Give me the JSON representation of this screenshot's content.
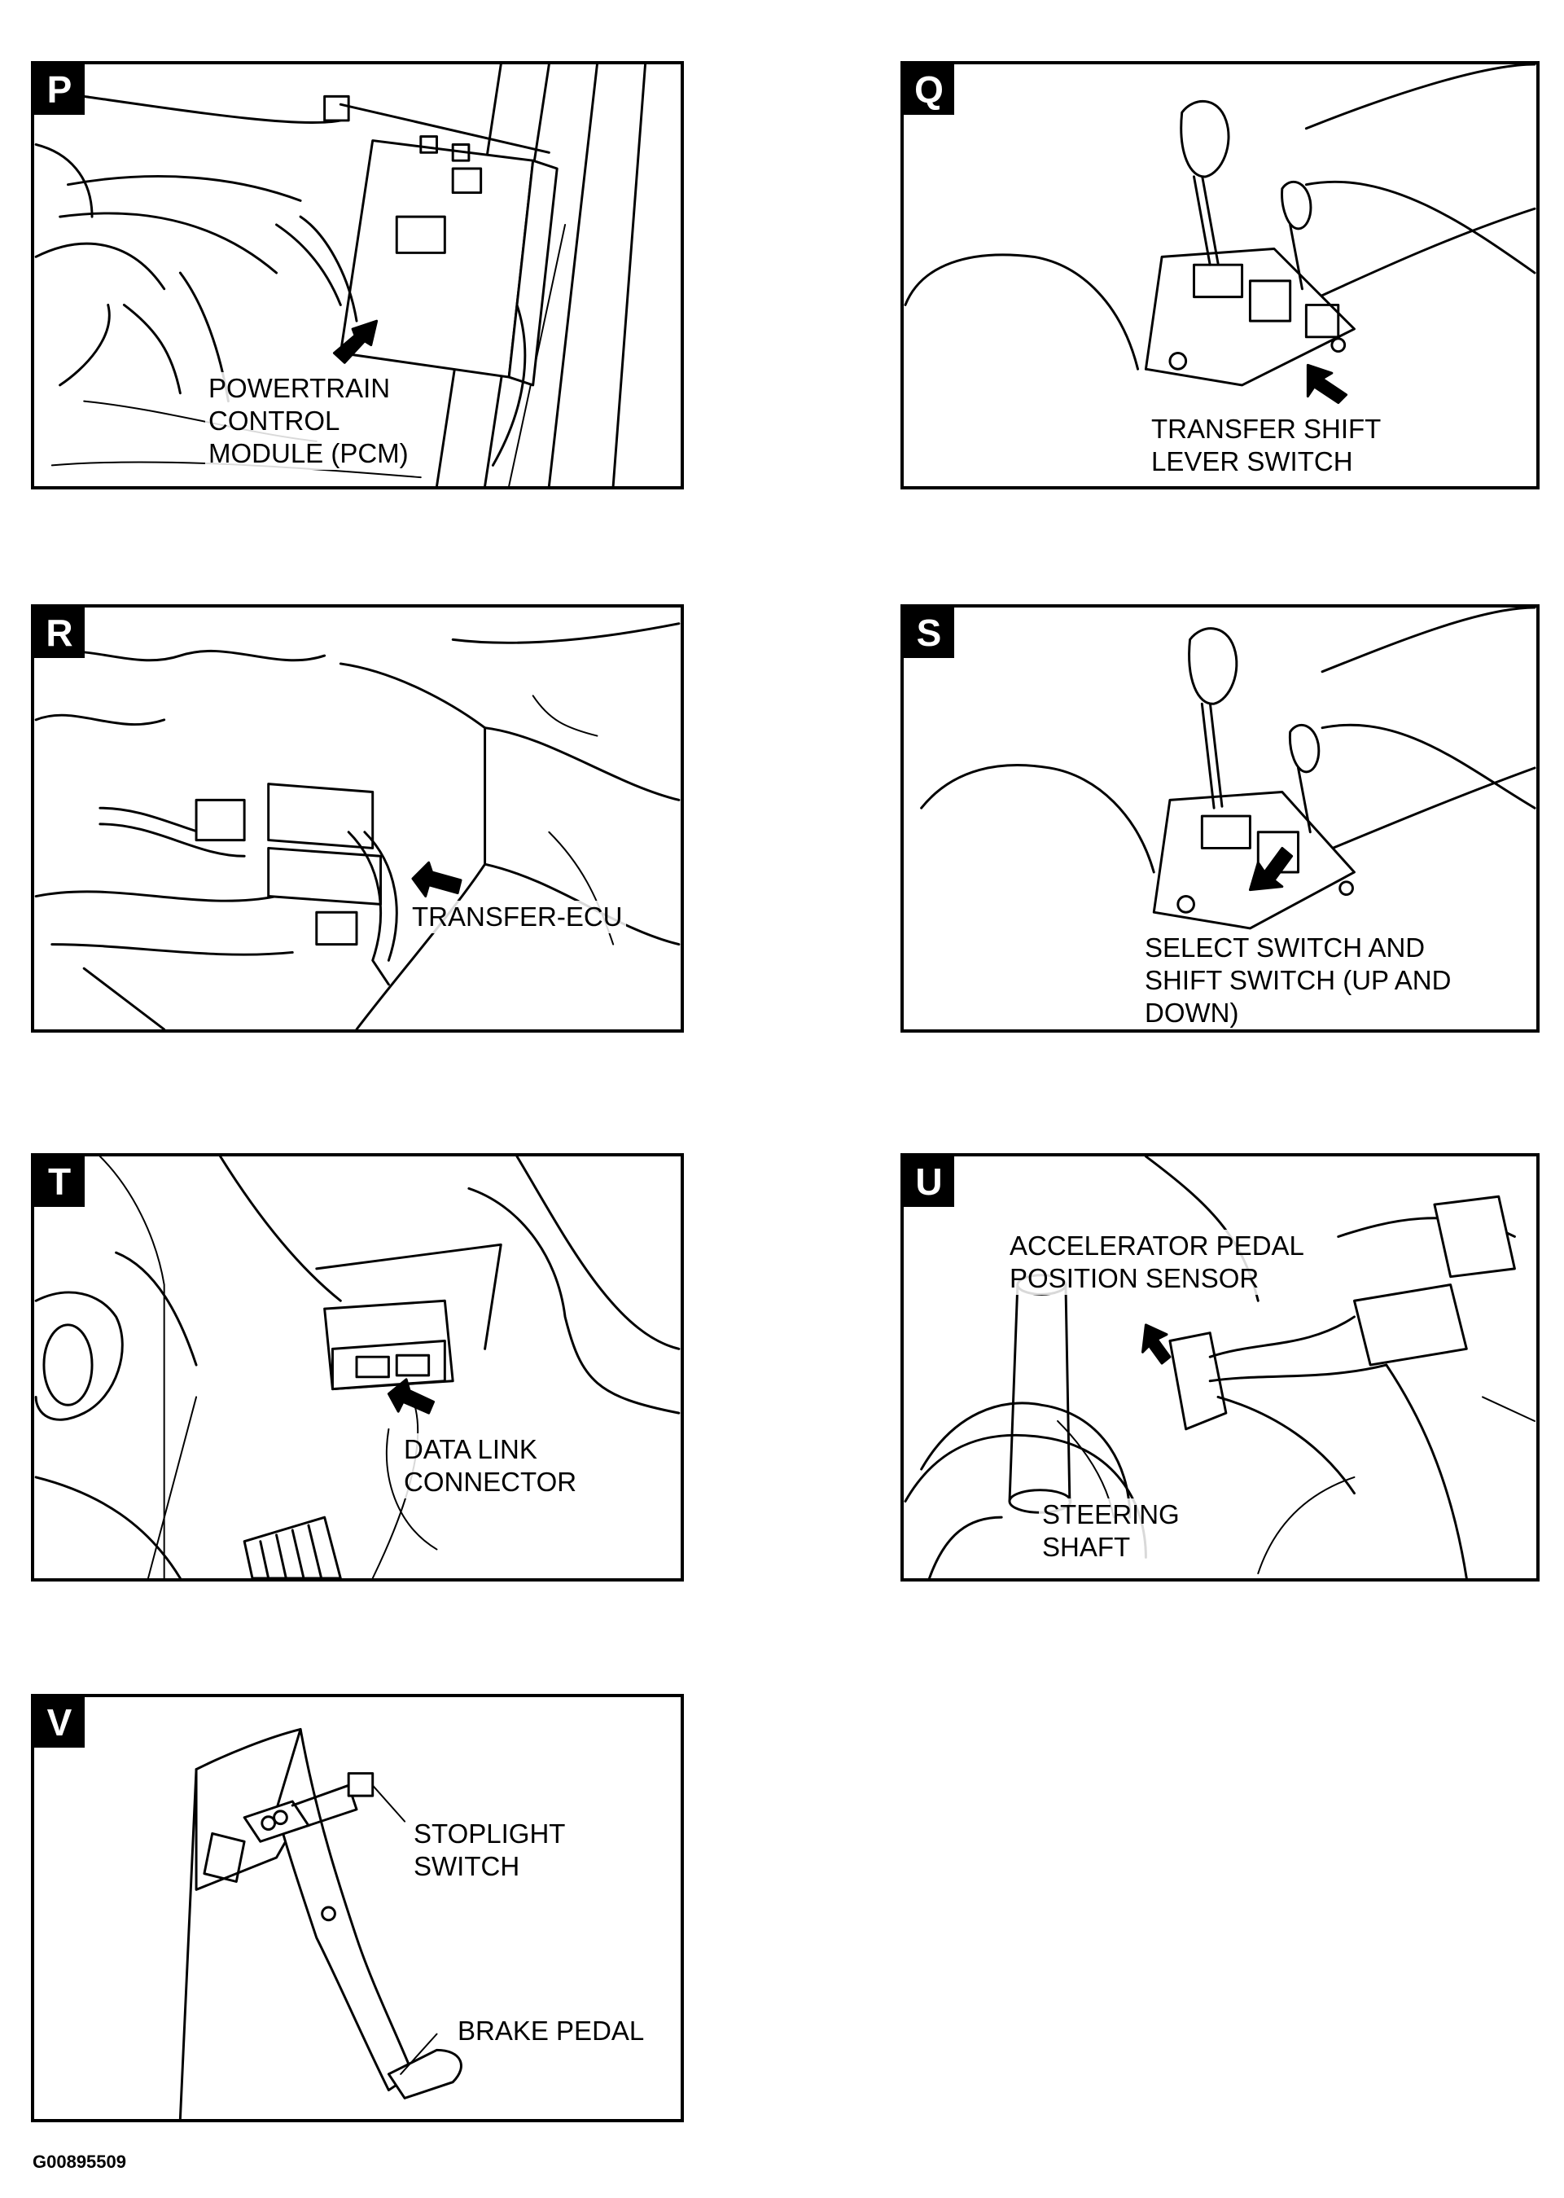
{
  "panels": [
    {
      "id": "P",
      "letter": "P",
      "labels": [
        "POWERTRAIN\nCONTROL\nMODULE (PCM)"
      ]
    },
    {
      "id": "Q",
      "letter": "Q",
      "labels": [
        "TRANSFER SHIFT\nLEVER SWITCH"
      ]
    },
    {
      "id": "R",
      "letter": "R",
      "labels": [
        "TRANSFER-ECU"
      ]
    },
    {
      "id": "S",
      "letter": "S",
      "labels": [
        "SELECT SWITCH AND\nSHIFT SWITCH (UP AND\nDOWN)"
      ]
    },
    {
      "id": "T",
      "letter": "T",
      "labels": [
        "DATA LINK\nCONNECTOR"
      ]
    },
    {
      "id": "U",
      "letter": "U",
      "labels": [
        "ACCELERATOR PEDAL\nPOSITION SENSOR",
        "STEERING\nSHAFT"
      ]
    },
    {
      "id": "V",
      "letter": "V",
      "labels": [
        "STOPLIGHT\nSWITCH",
        "BRAKE PEDAL"
      ]
    }
  ],
  "figure_id": "G00895509"
}
